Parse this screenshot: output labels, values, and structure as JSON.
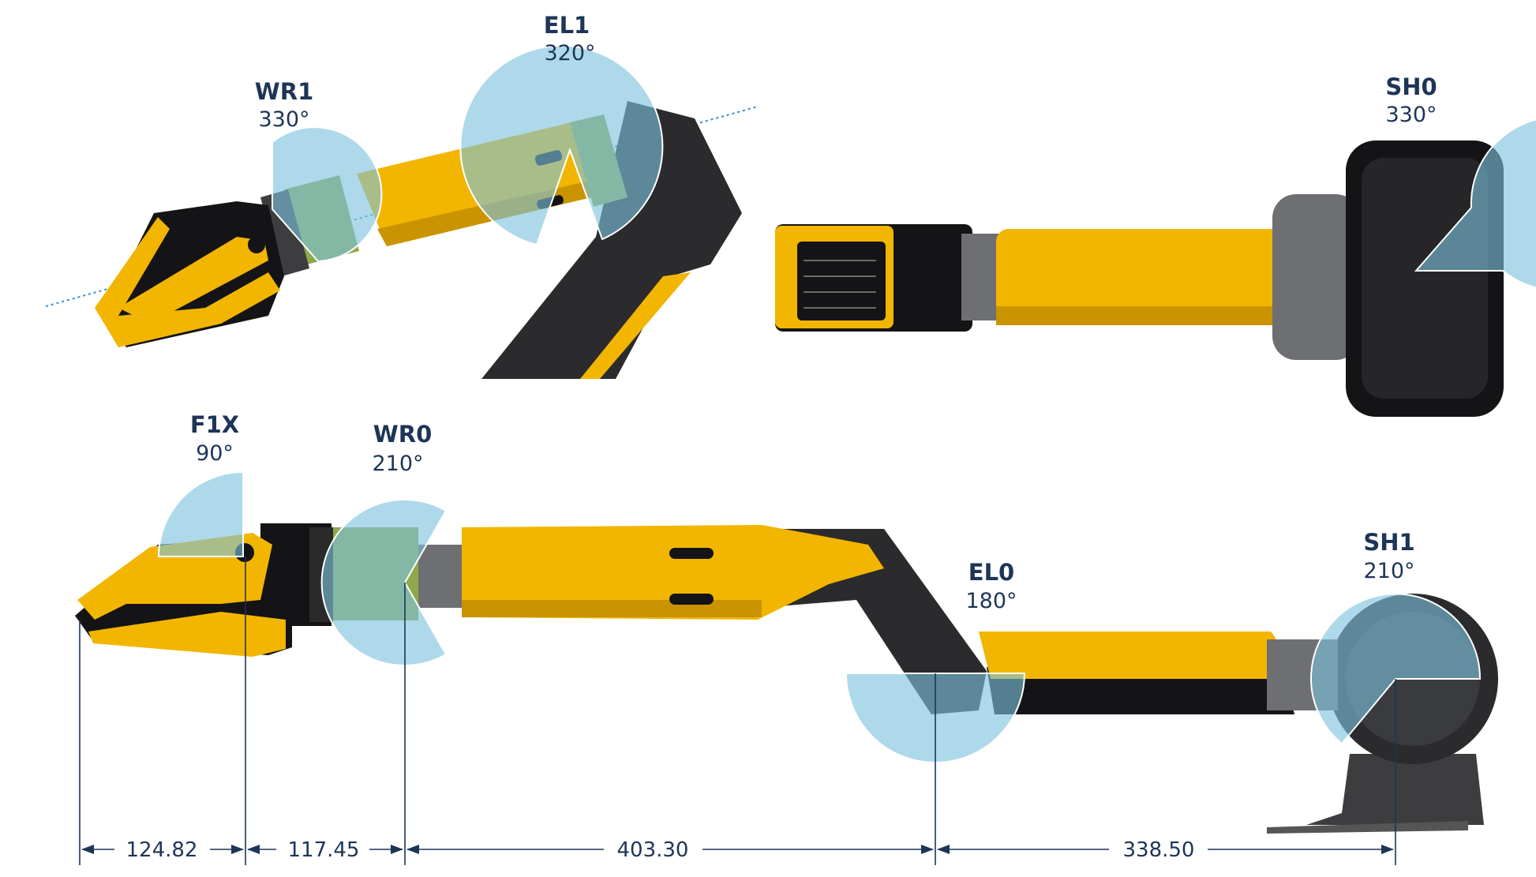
{
  "joints": [
    {
      "id": "wr1",
      "name": "WR1",
      "range": "330°"
    },
    {
      "id": "el1",
      "name": "EL1",
      "range": "320°"
    },
    {
      "id": "sh0",
      "name": "SH0",
      "range": "330°"
    },
    {
      "id": "f1x",
      "name": "F1X",
      "range": "90°"
    },
    {
      "id": "wr0",
      "name": "WR0",
      "range": "210°"
    },
    {
      "id": "el0",
      "name": "EL0",
      "range": "180°"
    },
    {
      "id": "sh1",
      "name": "SH1",
      "range": "210°"
    }
  ],
  "dimensions": [
    "124.82",
    "117.45",
    "403.30",
    "338.50"
  ],
  "colors": {
    "arm_yellow": "#f2b500",
    "arm_dark": "#2b2b2d",
    "wrist_green": "#8fa84a",
    "sweep_blue": "#7cc1dd",
    "label_navy": "#1d3557",
    "axis_blue": "#2b8fd6"
  }
}
